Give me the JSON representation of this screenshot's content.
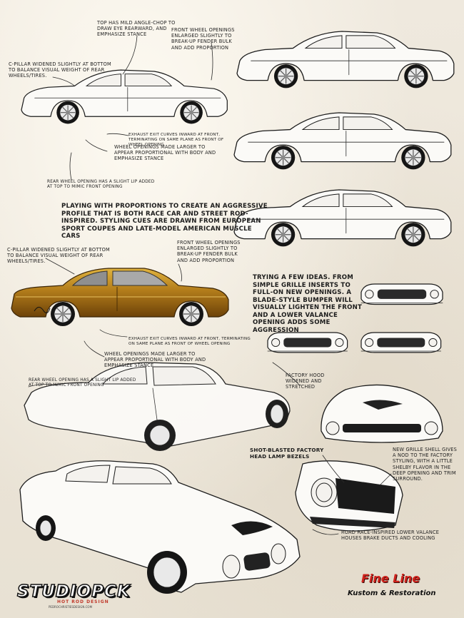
{
  "notes": {
    "top_roof": "Top has mild angle-chop to draw eye rearward, and emphasize stance",
    "front_wheel_1": "Front wheel openings enlarged slightly to break-up fender bulk and add proportion",
    "c_pillar_1": "C-pillar widened slightly at bottom to balance visual weight of rear wheels/tires.",
    "exhaust_1": "Exhaust exit curves inward at front, terminating on same plane as front of wheel opening",
    "wheel_openings_1": "Wheel openings made larger to appear proportional with body and emphasize stance",
    "rear_wheel_1": "Rear wheel opening has a slight lip added at top to mimic front opening",
    "proportions": "Playing with proportions to create an aggressive profile that is both race car and street rod-inspired. Styling cues are drawn from European sport coupes and late-model American muscle cars",
    "c_pillar_2": "C-pillar widened slightly at bottom to balance visual weight of rear wheels/tires.",
    "front_wheel_2": "Front wheel openings enlarged slightly to break-up fender bulk and add proportion",
    "ideas": "Trying a few ideas. From simple grille inserts to full-on new openings. A blade-style bumper will visually lighten the front and a lower valance opening adds some aggression",
    "exhaust_2": "Exhaust exit curves inward at front, terminating on same plane as front of wheel opening",
    "wheel_openings_2": "Wheel openings made larger to appear proportional with body and emphasize stance",
    "rear_wheel_2": "Rear wheel opening has a slight lip added at top to mimic front opening",
    "hood_scoop": "Factory hood widened and stretched",
    "shot_blasted": "Shot-blasted factory head lamp bezels",
    "new_grille": "New grille shell gives a nod to the factory styling, with a little Shelby flavor in the deep opening and trim surround.",
    "road_race": "Road race-inspired lower valance houses brake ducts and cooling"
  },
  "brand": {
    "logo": "STUDIOPCK",
    "logo_sub": "HOT ROD DESIGN",
    "logo_url": "PEDROCHRISTIESDESIGN.COM"
  },
  "footer": {
    "title": "Fine Line",
    "subtitle": "Kustom & Restoration"
  },
  "colors": {
    "paper": "#ece6da",
    "ink": "#1e1e1e",
    "gold_car": "#b07f1c",
    "brand_red": "#d0231d"
  }
}
